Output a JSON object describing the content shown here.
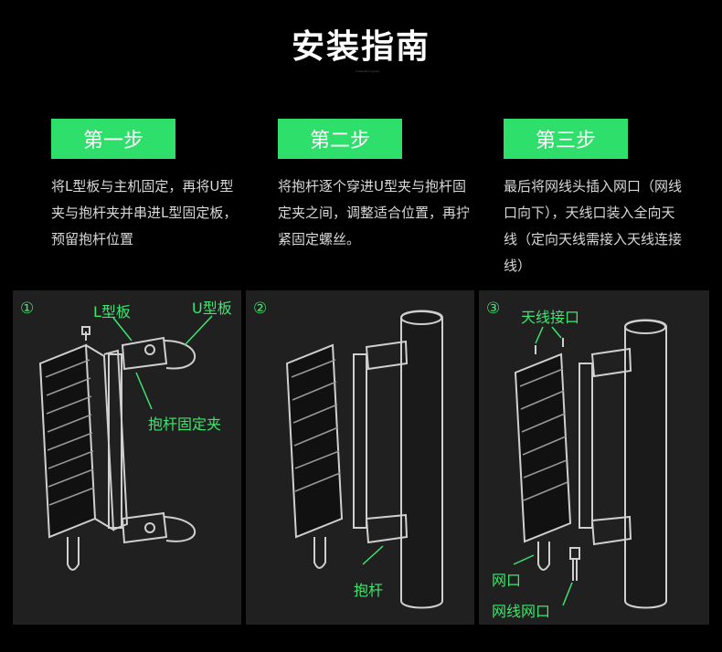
{
  "header": {
    "title": "安装指南",
    "subtitle": "Installation guide"
  },
  "steps": [
    {
      "badge": "第一步",
      "text": "将L型板与主机固定，再将U型夹与抱杆夹并串进L型固定板，预留抱杆位置"
    },
    {
      "badge": "第二步",
      "text": "将抱杆逐个穿进U型夹与抱杆固定夹之间，调整适合位置，再拧紧固定螺丝。"
    },
    {
      "badge": "第三步",
      "text": "最后将网线头插入网口（网线口向下），天线口装入全向天线（定向天线需接入天线连接线）"
    }
  ],
  "panels": [
    {
      "num": "①",
      "labels": [
        "L型板",
        "U型板",
        "抱杆固定夹"
      ]
    },
    {
      "num": "②",
      "labels": [
        "抱杆"
      ]
    },
    {
      "num": "③",
      "labels": [
        "天线接口",
        "网口",
        "网线网口"
      ]
    }
  ],
  "colors": {
    "accent": "#2ee06b",
    "panel": "#202020",
    "line": "#3ce66e"
  }
}
